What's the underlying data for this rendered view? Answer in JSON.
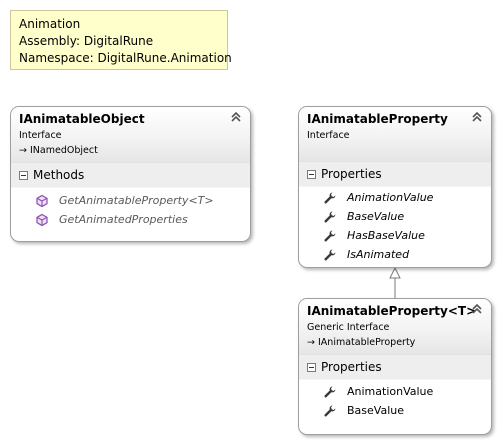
{
  "note": {
    "title": "Animation",
    "assembly": "Assembly: DigitalRune",
    "namespace": "Namespace: DigitalRune.Animation"
  },
  "boxes": {
    "animatable_object": {
      "title": "IAnimatableObject",
      "kind": "Interface",
      "inherits": "INamedObject",
      "section": "Methods",
      "members": [
        "GetAnimatableProperty<T>",
        "GetAnimatedProperties"
      ]
    },
    "animatable_property": {
      "title": "IAnimatableProperty",
      "kind": "Interface",
      "section": "Properties",
      "members": [
        "AnimationValue",
        "BaseValue",
        "HasBaseValue",
        "IsAnimated"
      ]
    },
    "animatable_property_t": {
      "title": "IAnimatableProperty<T>",
      "kind": "Generic Interface",
      "inherits": "IAnimatableProperty",
      "section": "Properties",
      "members": [
        "AnimationValue",
        "BaseValue"
      ]
    }
  },
  "colors": {
    "note_bg": "#ffffcc",
    "method_icon": "#8a4fb0",
    "wrench_icon": "#3a3a3a"
  },
  "icons": {
    "collapse": "double-chevron-up-icon",
    "method": "method-cube-icon",
    "property": "wrench-icon",
    "inherits": "arrow-right-icon"
  }
}
